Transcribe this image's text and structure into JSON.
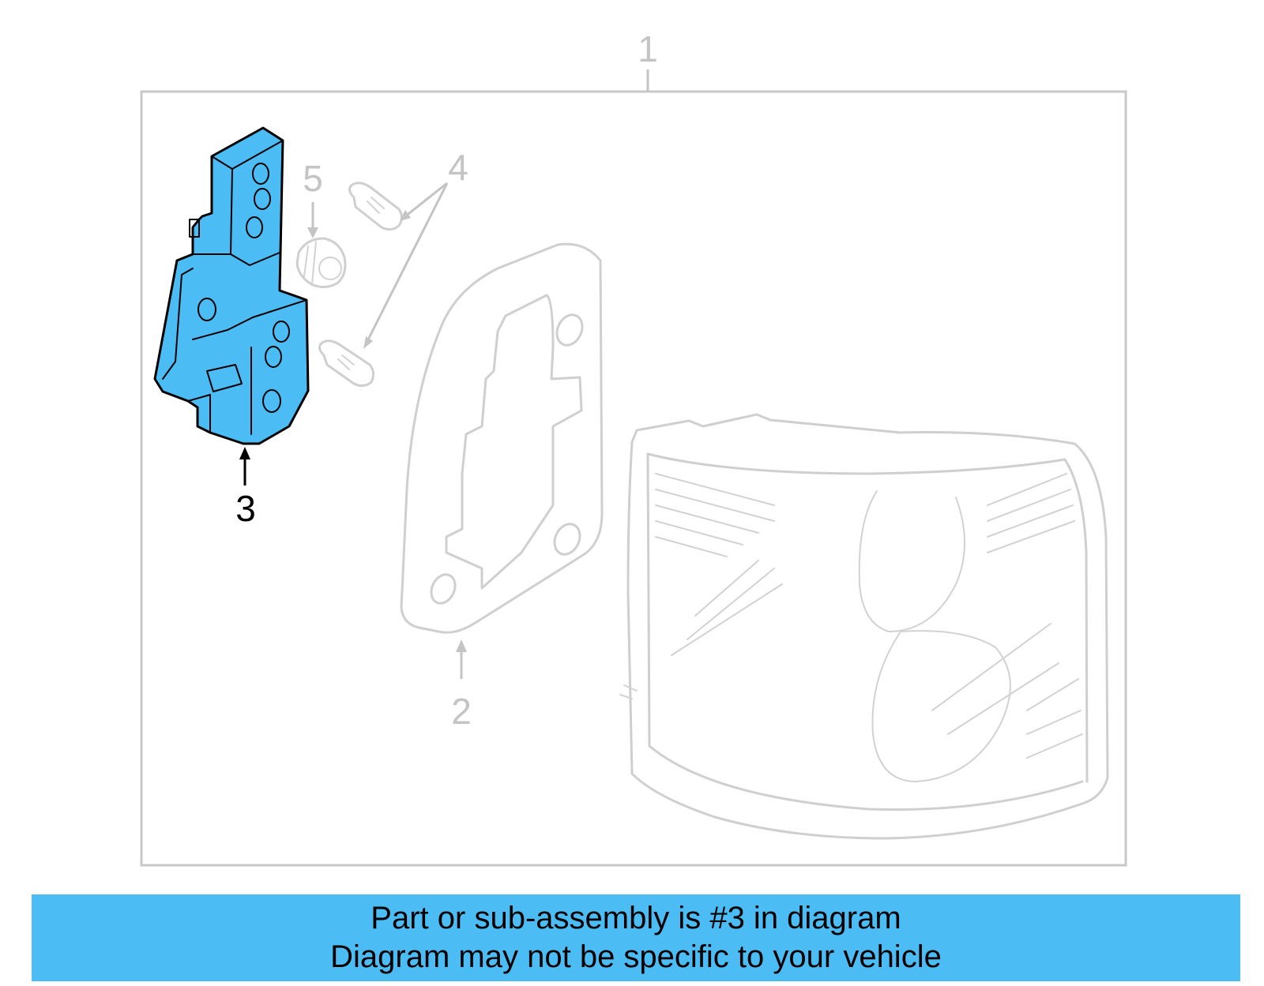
{
  "callouts": {
    "c1": "1",
    "c2": "2",
    "c3": "3",
    "c4": "4",
    "c5": "5"
  },
  "highlighted_part": "3",
  "colors": {
    "highlight": "#4cbcf5",
    "ghost_lines": "#cfcfcf",
    "banner": "#4cbcf5"
  },
  "banner": {
    "line1": "Part or sub-assembly is #3 in diagram",
    "line2": "Diagram may not be specific to your vehicle"
  }
}
